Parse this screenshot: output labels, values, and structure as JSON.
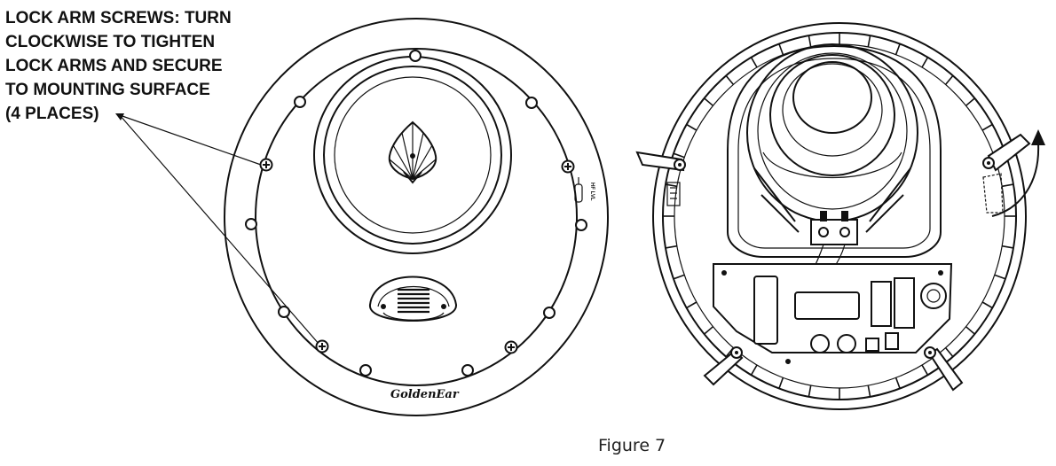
{
  "callout": {
    "lines": [
      "LOCK ARM SCREWS: TURN",
      "CLOCKWISE TO TIGHTEN",
      "LOCK ARMS AND SECURE",
      "TO MOUNTING SURFACE",
      "(4 PLACES)"
    ]
  },
  "front_view": {
    "brand_logo": "GoldenEar",
    "tweeter_switch_label": "HF LVL"
  },
  "figure_caption": "Figure 7",
  "colors": {
    "ink": "#111111",
    "background": "#ffffff"
  },
  "icons": [
    "screw-icon",
    "rotation-arrow-icon",
    "golden-ear-logo-icon"
  ]
}
